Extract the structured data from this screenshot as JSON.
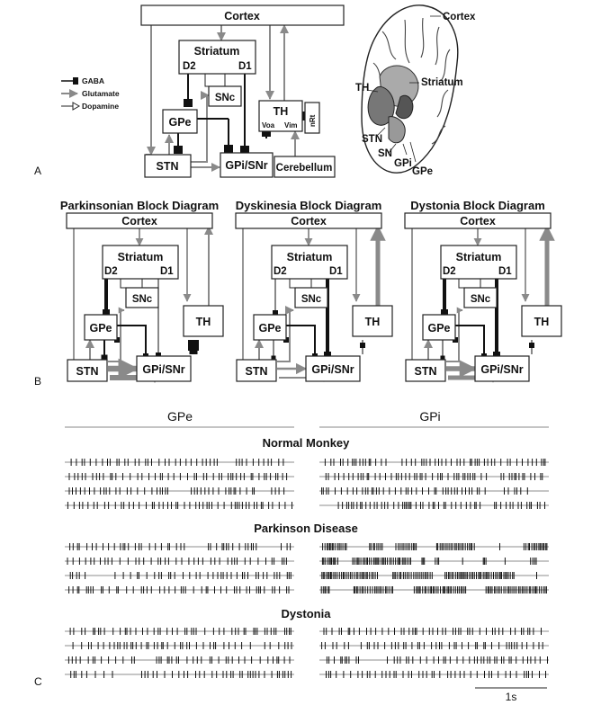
{
  "panels": {
    "a": "A",
    "b": "B",
    "c": "C"
  },
  "legend": {
    "gaba": "GABA",
    "glutamate": "Glutamate",
    "dopamine": "Dopamine"
  },
  "nodes": {
    "cortex": "Cortex",
    "striatum": "Striatum",
    "d2": "D2",
    "d1": "D1",
    "snc": "SNc",
    "gpe": "GPe",
    "th": "TH",
    "stn": "STN",
    "gpi_snr": "GPi/SNr",
    "cerebellum": "Cerebellum",
    "voa": "Voa",
    "vim": "Vim",
    "nrt": "nRt"
  },
  "brain": {
    "cortex": "Cortex",
    "th": "TH",
    "striatum": "Striatum",
    "stn": "STN",
    "sn": "SN",
    "gpi": "GPi",
    "gpe": "GPe"
  },
  "block_titles": {
    "parkinsonian": "Parkinsonian Block Diagram",
    "dyskinesia": "Dyskinesia Block Diagram",
    "dystonia": "Dystonia Block Diagram"
  },
  "raster": {
    "col_gpe": "GPe",
    "col_gpi": "GPi",
    "normal": "Normal Monkey",
    "parkinson": "Parkinson Disease",
    "dystonia": "Dystonia",
    "scale": "1s"
  }
}
